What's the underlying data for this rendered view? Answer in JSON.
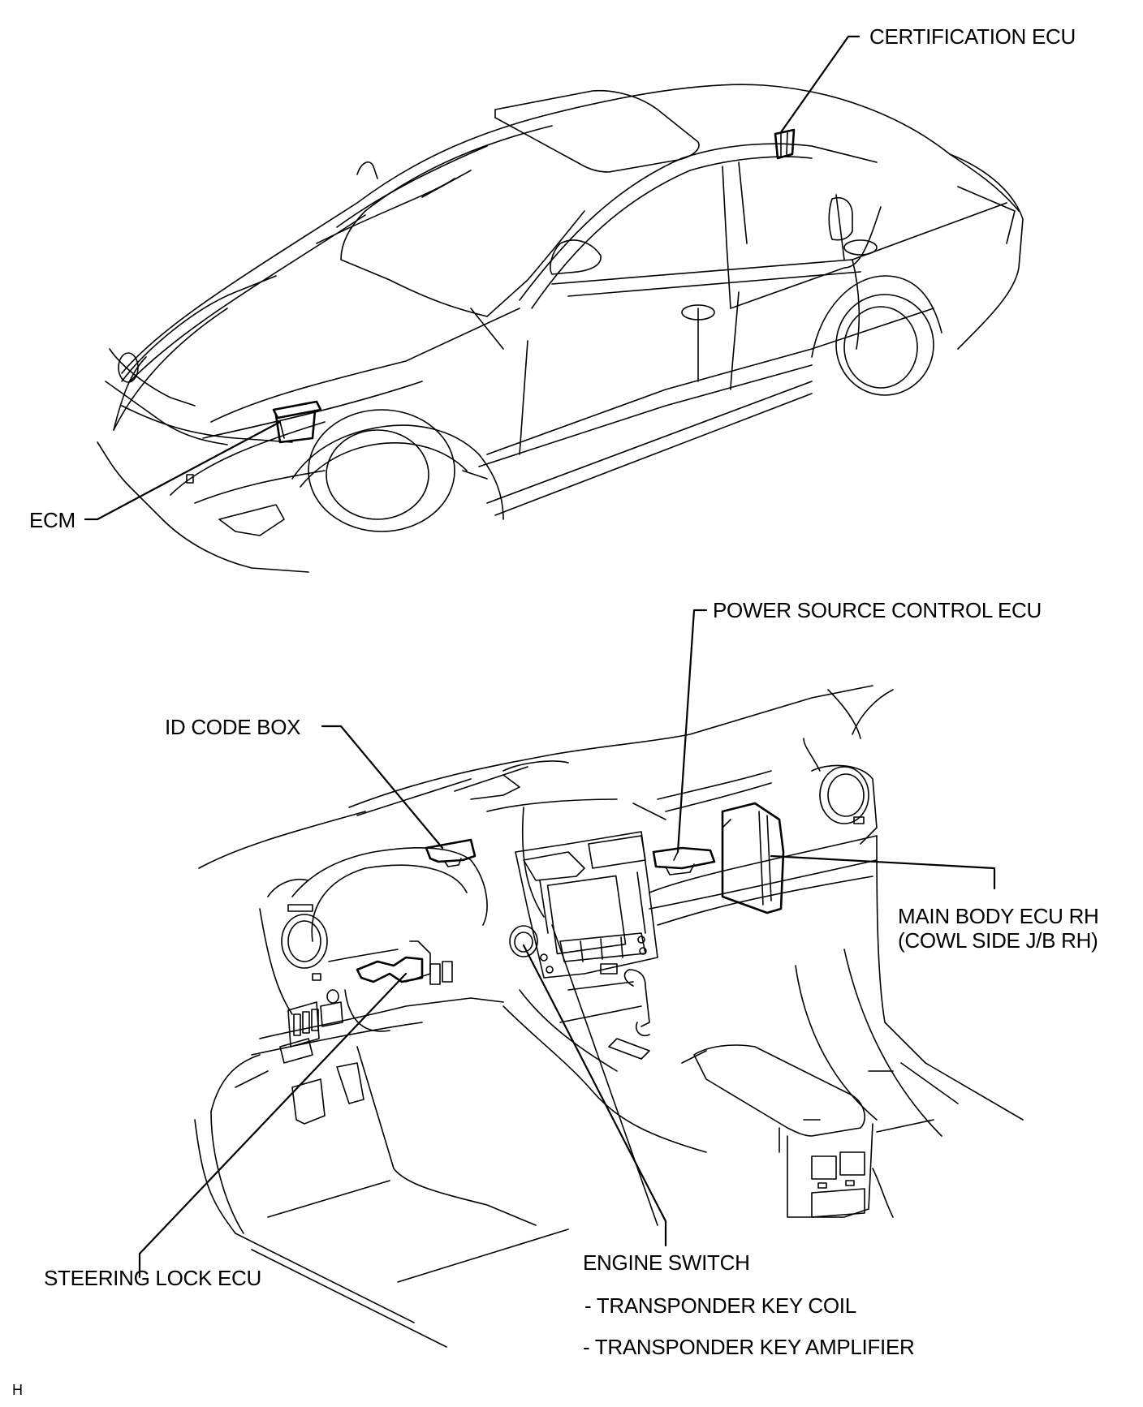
{
  "figure": {
    "corner_mark": "H",
    "exterior_view": {
      "labels": {
        "certification_ecu": "CERTIFICATION ECU",
        "ecm": "ECM"
      }
    },
    "interior_view": {
      "labels": {
        "power_source_control_ecu": "POWER SOURCE CONTROL ECU",
        "id_code_box": "ID CODE BOX",
        "main_body_ecu_line1": "MAIN BODY ECU RH",
        "main_body_ecu_line2": "(COWL SIDE J/B RH)",
        "steering_lock_ecu": "STEERING LOCK ECU",
        "engine_switch": "ENGINE SWITCH",
        "engine_switch_sub1": "- TRANSPONDER KEY COIL",
        "engine_switch_sub2": "- TRANSPONDER KEY AMPLIFIER"
      }
    }
  }
}
